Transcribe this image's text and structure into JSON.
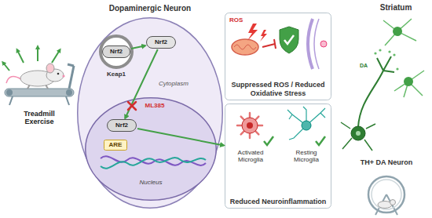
{
  "diagram": {
    "nodes": [
      {
        "text": [
          "Dopaminergic Neuron",
          "Cytoplasm"
        ]
      },
      {
        "text": [
          "Keap1"
        ],
        "in": 0
      },
      {
        "text": [
          "Nrf2"
        ],
        "in": 1
      },
      {
        "text": [
          "Nrf2"
        ],
        "in": 0
      },
      {
        "text": [
          "Nucleus"
        ],
        "in": 0
      },
      {
        "text": [
          "Nrf2"
        ],
        "in": 4
      },
      {
        "text": [
          "ARE"
        ],
        "in": 4
      },
      {
        "text": [
          "Suppressed ROS / Reduced Oxidative Stress"
        ]
      },
      {
        "text": [
          "Reduced Neuroinflammation"
        ]
      },
      {
        "text": [
          "Striatum",
          "TH+ DA Neuron"
        ]
      }
    ],
    "edges": [
      {
        "from": 2,
        "to": 3,
        "arrow": "to"
      },
      {
        "from": 3,
        "to": 5,
        "arrow": "to"
      },
      {
        "from": 5,
        "to": 8,
        "arrow": "to"
      }
    ],
    "labels": [
      "Treadmill Exercise",
      "ML385",
      "ROS",
      "Activated Microglia",
      "Resting Microglia",
      "DA"
    ]
  }
}
